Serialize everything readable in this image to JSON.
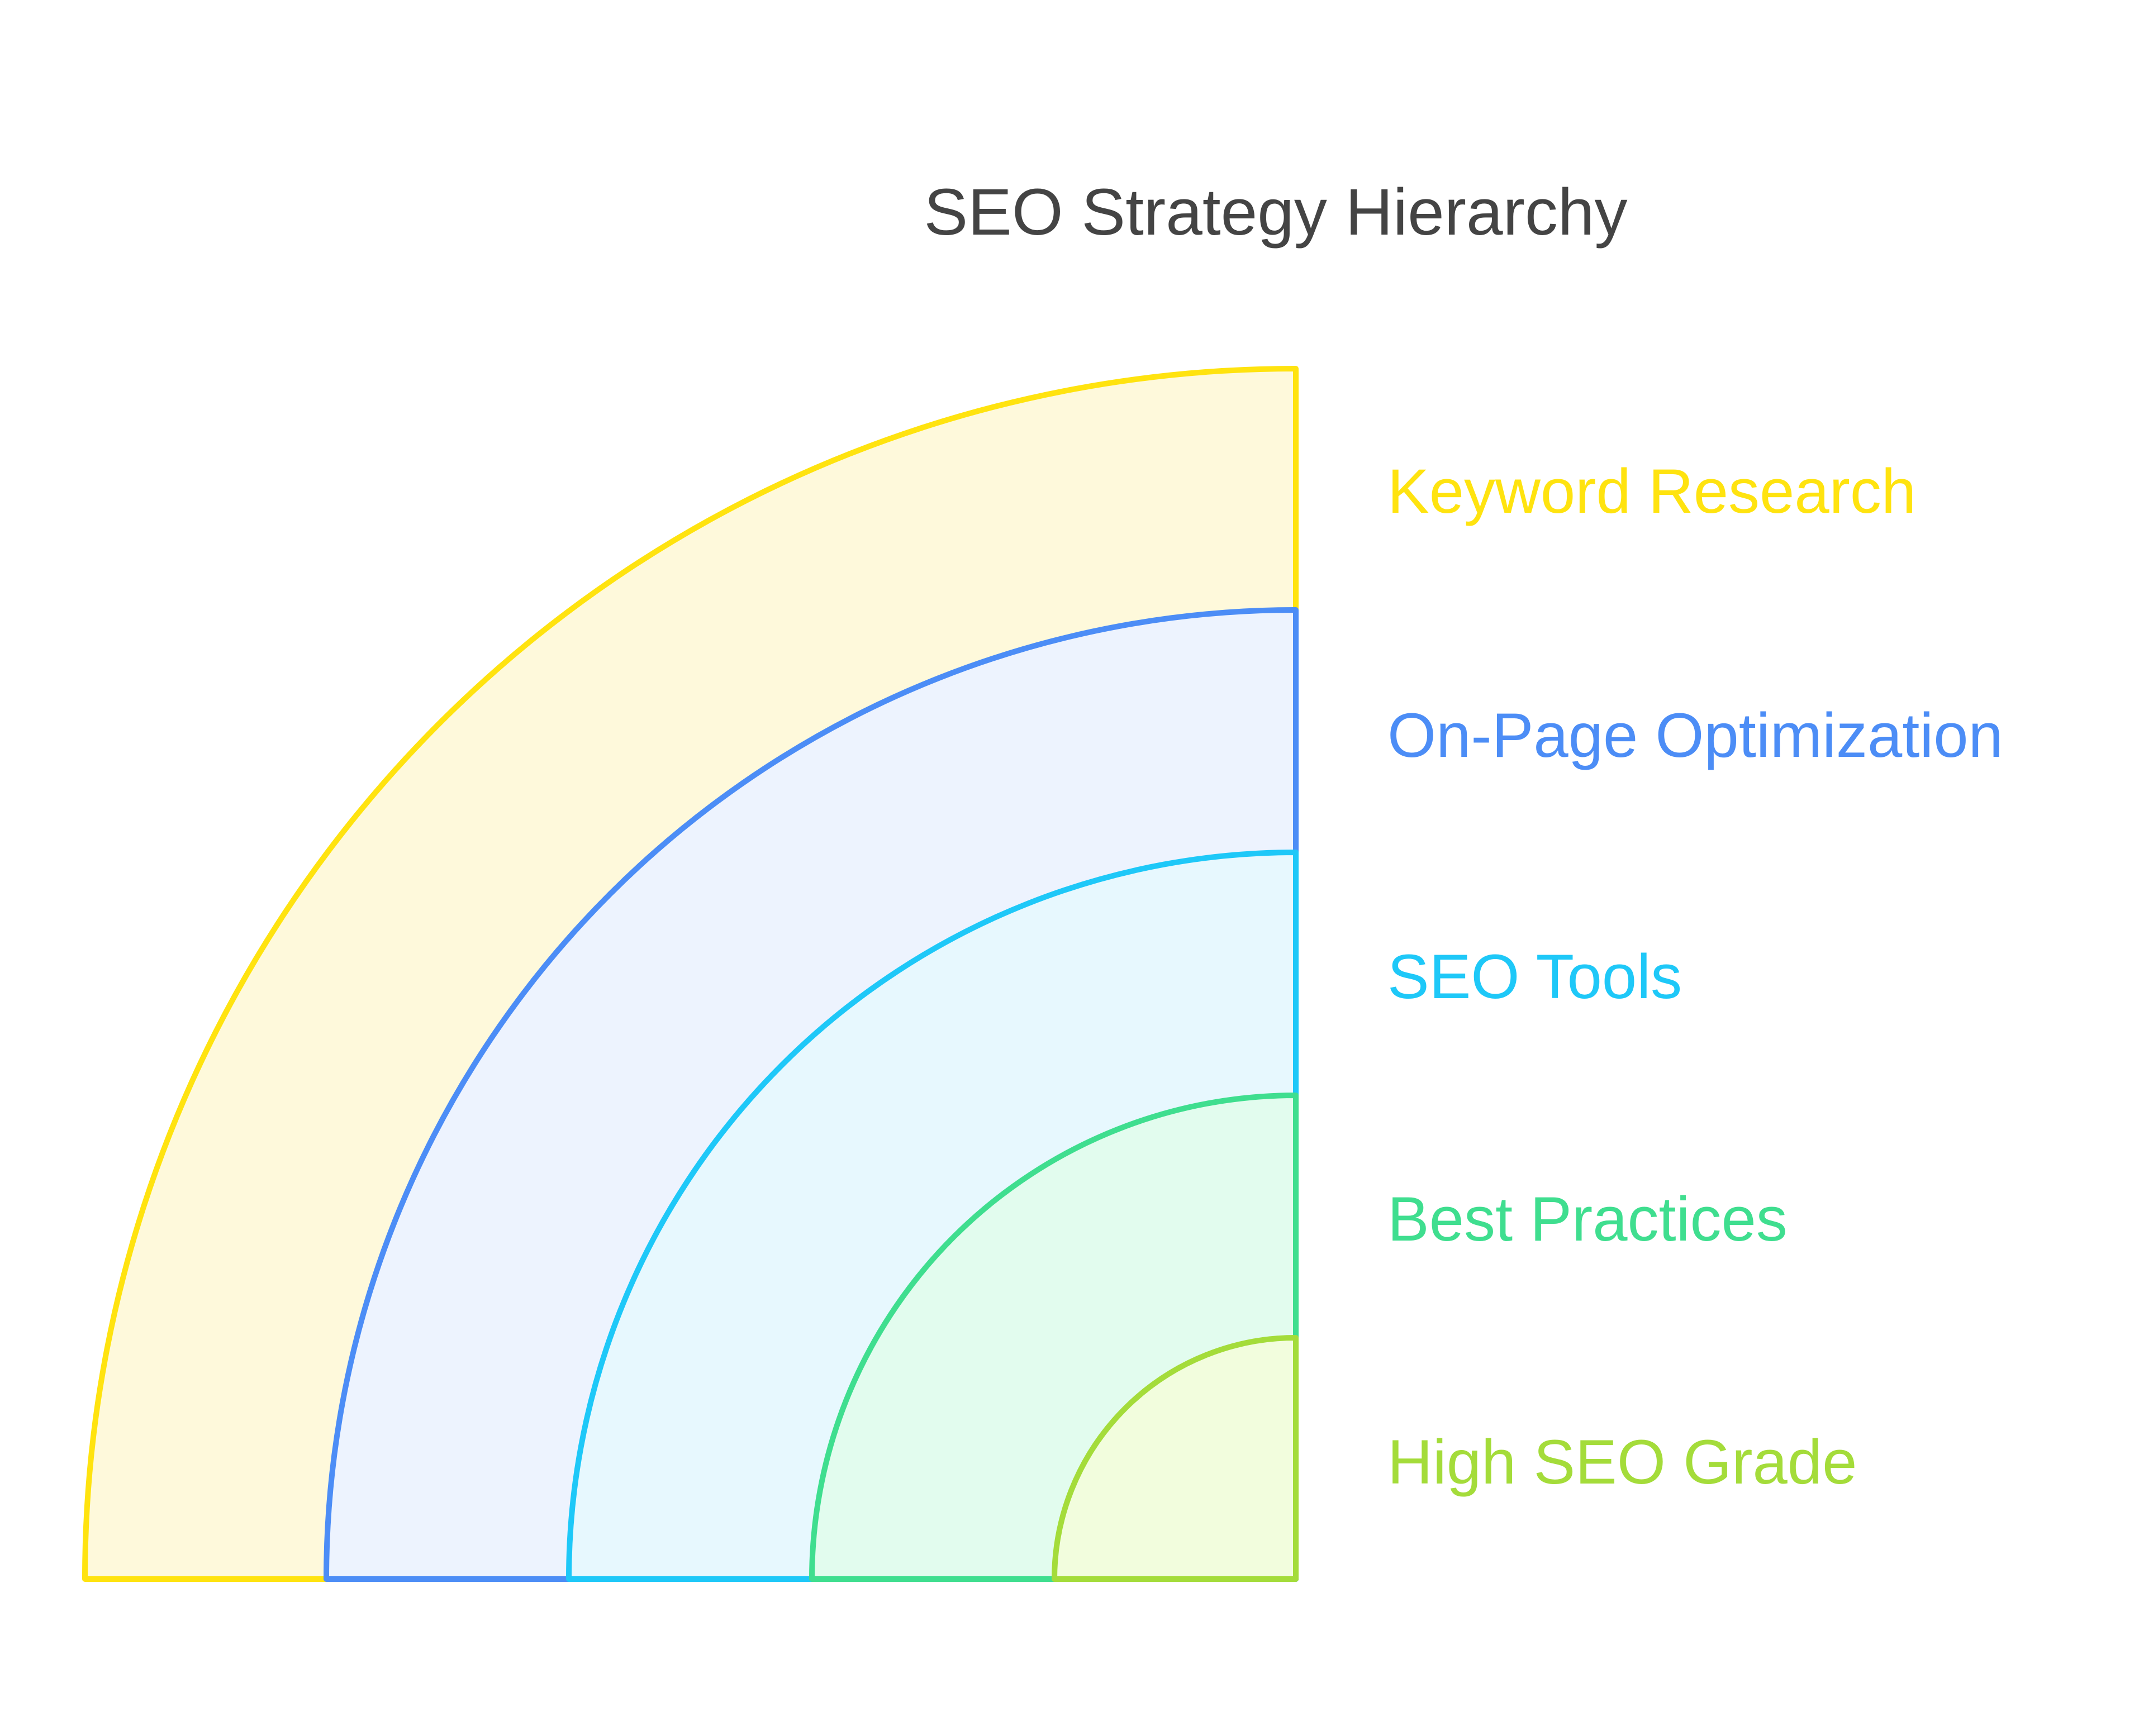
{
  "title": "SEO Strategy Hierarchy",
  "layers": [
    {
      "label": "Keyword Research",
      "stroke": "#FFE30F",
      "fill": "#FEF9DB",
      "text": "#FFE30F"
    },
    {
      "label": "On-Page Optimization",
      "stroke": "#4C8DF6",
      "fill": "#EDF3FE",
      "text": "#4C8DF6"
    },
    {
      "label": "SEO Tools",
      "stroke": "#1EC8F8",
      "fill": "#E7F8FE",
      "text": "#1EC8F8"
    },
    {
      "label": "Best Practices",
      "stroke": "#3FDE8F",
      "fill": "#E2FCEE",
      "text": "#3FDE8F"
    },
    {
      "label": "High SEO Grade",
      "stroke": "#A4DC3A",
      "fill": "#F2FDDD",
      "text": "#A4DC3A"
    }
  ]
}
